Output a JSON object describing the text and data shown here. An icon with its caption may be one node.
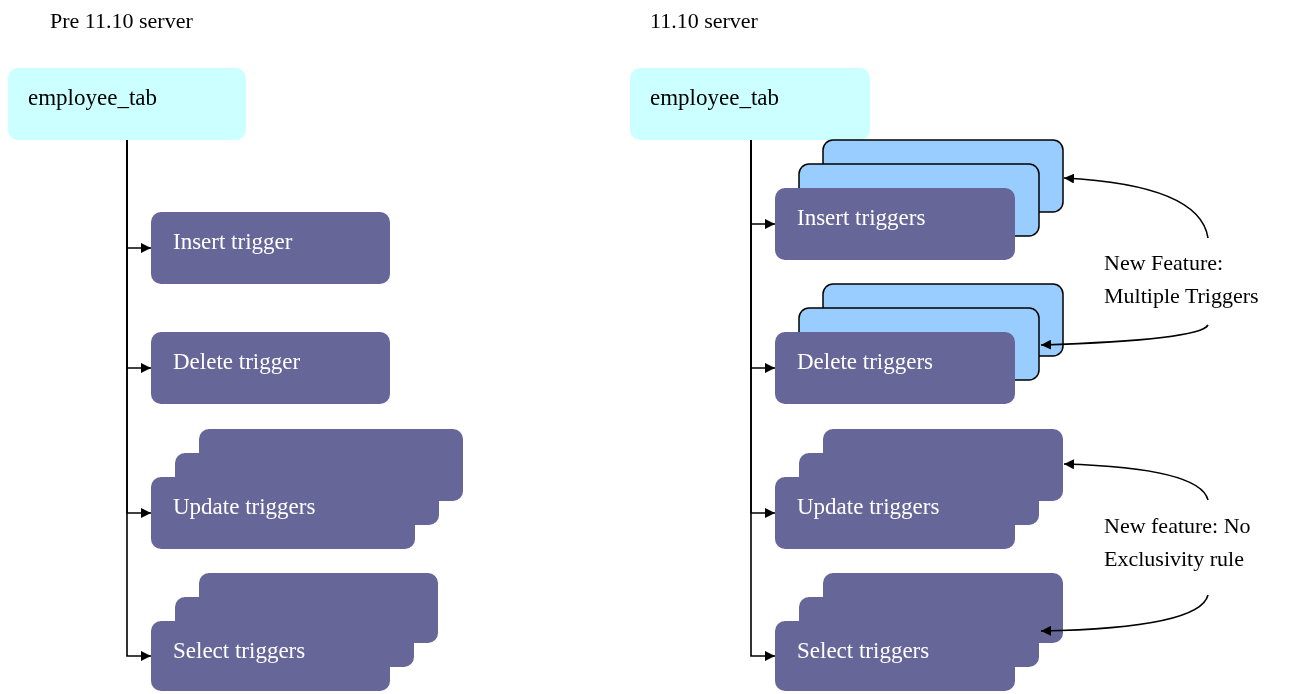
{
  "diagram": {
    "nodes": [
      {
        "text": [
          "employee_tab"
        ]
      },
      {
        "text": [
          "Insert trigger"
        ]
      },
      {
        "text": [
          "Delete trigger"
        ]
      },
      {
        "text": [
          "Update triggers"
        ]
      },
      {
        "text": [
          "Select triggers"
        ]
      },
      {
        "text": [
          "employee_tab"
        ]
      },
      {
        "text": [
          "Insert triggers"
        ]
      },
      {
        "text": [
          "Delete triggers"
        ]
      },
      {
        "text": [
          "Update triggers"
        ]
      },
      {
        "text": [
          "Select triggers"
        ]
      },
      {
        "text": [
          "New Feature: Multiple Triggers"
        ]
      },
      {
        "text": [
          "New feature: No Exclusivity rule"
        ]
      }
    ],
    "edges": [
      {
        "from": 0,
        "to": 1,
        "arrow": "to"
      },
      {
        "from": 0,
        "to": 2,
        "arrow": "to"
      },
      {
        "from": 0,
        "to": 3,
        "arrow": "to"
      },
      {
        "from": 0,
        "to": 4,
        "arrow": "to"
      },
      {
        "from": 5,
        "to": 6,
        "arrow": "to"
      },
      {
        "from": 5,
        "to": 7,
        "arrow": "to"
      },
      {
        "from": 5,
        "to": 8,
        "arrow": "to"
      },
      {
        "from": 5,
        "to": 9,
        "arrow": "to"
      },
      {
        "from": 10,
        "to": 6,
        "arrow": "to"
      },
      {
        "from": 10,
        "to": 7,
        "arrow": "to"
      },
      {
        "from": 11,
        "to": 8,
        "arrow": "to"
      },
      {
        "from": 11,
        "to": 9,
        "arrow": "to"
      }
    ],
    "labels": [
      "Pre 11.10 server",
      "11.10 server"
    ]
  }
}
